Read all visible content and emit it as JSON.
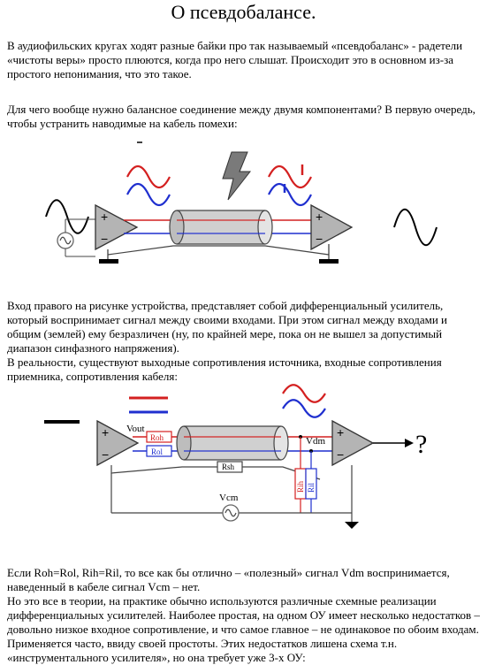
{
  "title": "О псевдобалансе.",
  "paragraphs": [
    "В аудиофильских кругах ходят разные байки про так называемый «псевдобаланс» - радетели «чистоты веры» просто плюются, когда про него слышат. Происходит это в основном из-за простого непонимания, что это такое.",
    "Для чего вообще нужно балансное соединение между двумя компонентами? В первую очередь, чтобы устранить наводимые на кабель помехи:",
    "Вход правого на рисунке устройства, представляет собой дифференциальный усилитель, который воспринимает сигнал между своими входами. При этом сигнал между входами и общим (землей) ему безразличен (ну, по крайней мере, пока он не вышел за допустимый диапазон синфазного напряжения).",
    "В реальности, существуют выходные сопротивления источника, входные сопротивления приемника, сопротивления кабеля:",
    "Если Roh=Rol, Rih=Ril, то все как бы отлично – «полезный» сигнал Vdm воспринимается, наведенный в кабеле сигнал Vcm – нет.",
    "Но это все в теории, на практике обычно используются различные схемные реализации дифференциальных усилителей. Наиболее простая, на одном ОУ имеет несколько недостатков – довольно низкое входное сопротивление, и что самое главное – не одинаковое по обоим входам.  Применяется часто, ввиду своей простоты. Этих недостатков лишена схема т.н. «инструментального усилителя», но она требует уже 3-х ОУ:"
  ],
  "figure2": {
    "labels": {
      "vout": "Vout",
      "roh": "Roh",
      "rol": "Rol",
      "rsh": "Rsh",
      "vdm": "Vdm",
      "rih": "Rih",
      "ril": "Ril",
      "vcm": "Vcm",
      "question": "?"
    }
  },
  "colors": {
    "red": "#d42020",
    "blue": "#1f2fcf",
    "gray": "#555555"
  }
}
